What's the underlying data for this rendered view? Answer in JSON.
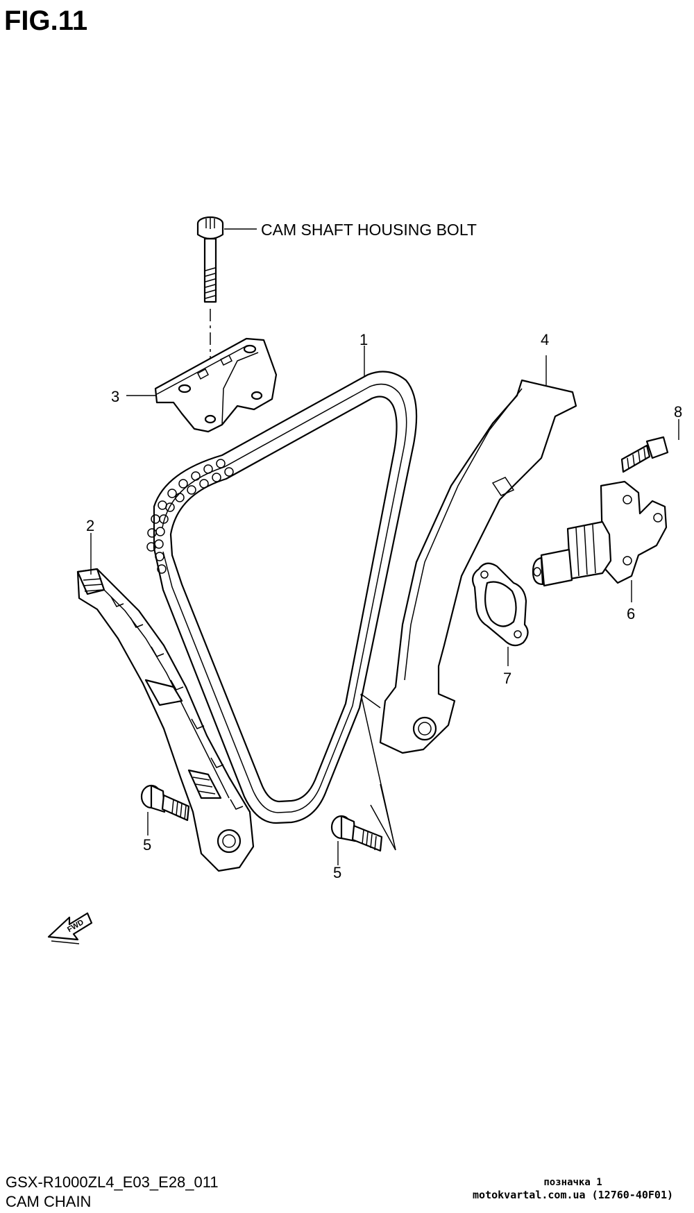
{
  "figure": {
    "title": "FIG.11"
  },
  "callout": {
    "housing_bolt_label": "CAM SHAFT HOUSING BOLT"
  },
  "parts": [
    {
      "number": "1"
    },
    {
      "number": "2"
    },
    {
      "number": "3"
    },
    {
      "number": "4"
    },
    {
      "number": "5"
    },
    {
      "number": "5"
    },
    {
      "number": "6"
    },
    {
      "number": "7"
    },
    {
      "number": "8"
    }
  ],
  "fwd_arrow": {
    "label": "FWD"
  },
  "footer": {
    "code": "GSX-R1000ZL4_E03_E28_011",
    "name": "CAM CHAIN"
  },
  "watermark": {
    "line1": "позначка 1",
    "line2": "motokvartal.com.ua (12760-40F01)"
  }
}
